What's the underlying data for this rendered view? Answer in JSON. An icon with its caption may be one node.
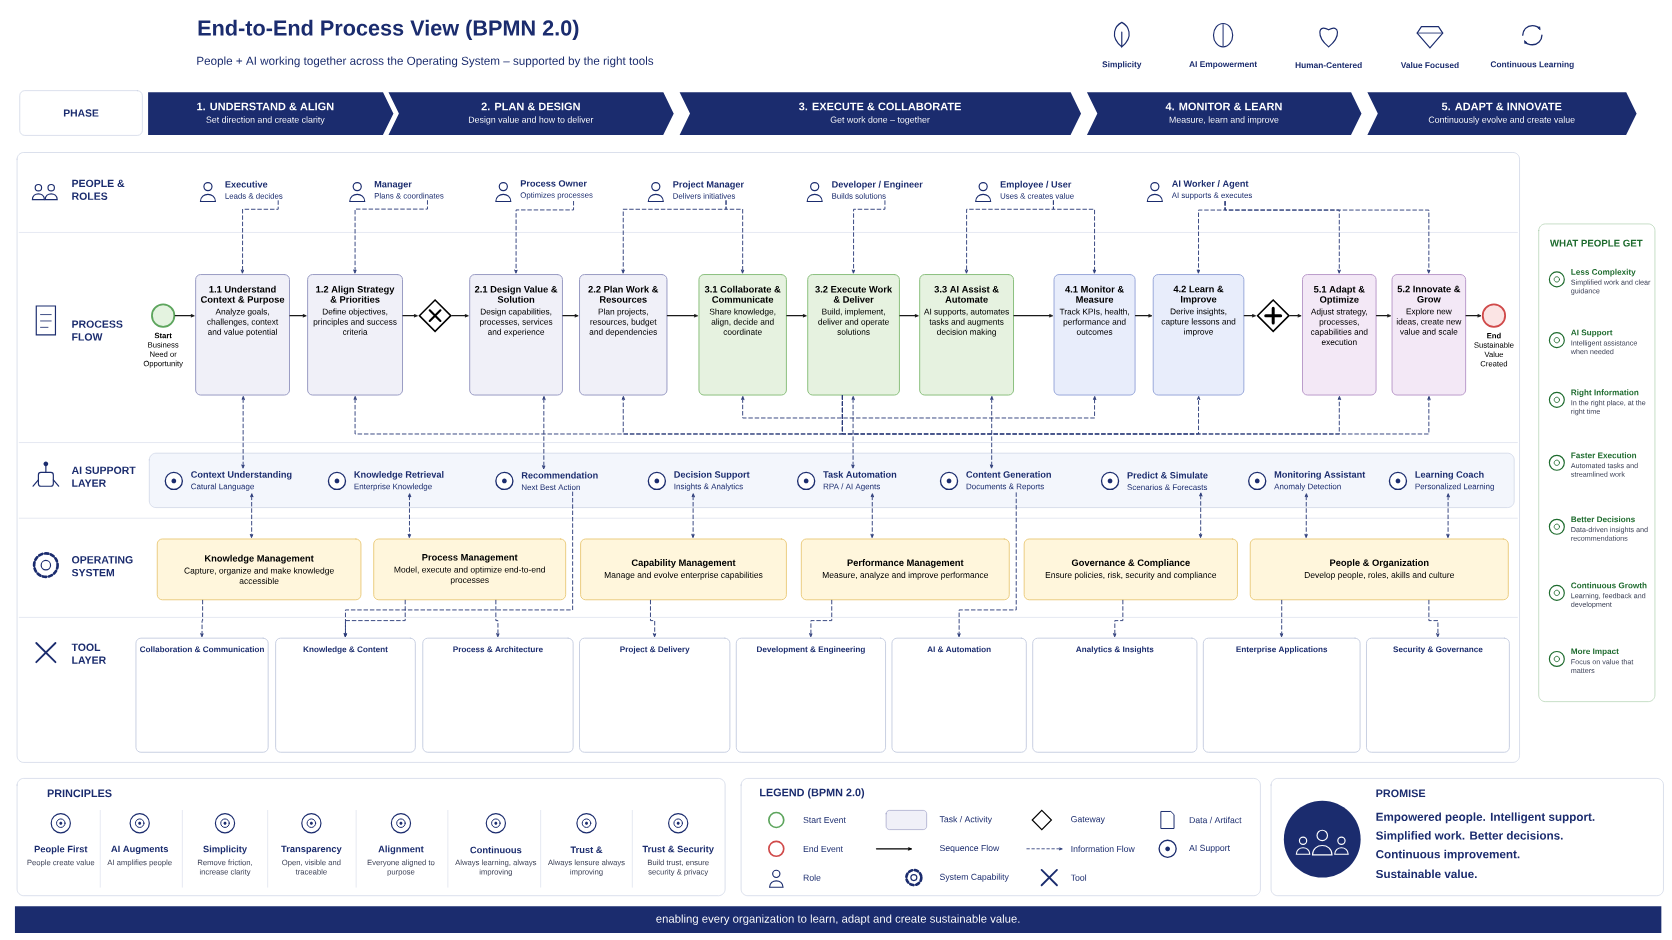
{
  "diagram": {
    "title": "End-to-End Process View (BPMN 2.0)",
    "nodes": [
      {
        "text": [
          "PHASE"
        ]
      },
      {
        "text": [
          "1. UNDERSTAND & ALIGN",
          "Set direction and create clarity"
        ]
      },
      {
        "text": [
          "2. PLAN & DESIGN",
          "Design value and how to deliver"
        ]
      },
      {
        "text": [
          "3. EXECUTE & COLLABORATE",
          "Get work done – together"
        ]
      },
      {
        "text": [
          "4. MONITOR & LEARN",
          "Measure, learn and improve"
        ]
      },
      {
        "text": [
          "5. ADAPT & INNOVATE",
          "Continuously evolve and create value"
        ]
      },
      {
        "text": [
          "Executive",
          "Leads & decides"
        ]
      },
      {
        "text": [
          "Manager",
          "Plans & coordinates"
        ]
      },
      {
        "text": [
          "Process Owner",
          "Optimizes processes"
        ]
      },
      {
        "text": [
          "Project Manager",
          "Delivers initiatives"
        ]
      },
      {
        "text": [
          "Developer / Engineer",
          "Builds solutions"
        ]
      },
      {
        "text": [
          "Employee / User",
          "Uses & creates value"
        ]
      },
      {
        "text": [
          "AI Worker / Agent",
          "AI supports & executes"
        ]
      },
      {
        "text": [],
        "shape": "circle",
        "beside": [
          "Start",
          "Business Need or Opportunity"
        ]
      },
      {
        "text": [
          "1.1 Understand Context & Purpose",
          "Analyze goals, challenges, context and value potential"
        ]
      },
      {
        "text": [
          "1.2 Align Strategy & Priorities",
          "Define objectives, principles and success criteria"
        ]
      },
      {
        "text": [],
        "shape": "diamond"
      },
      {
        "text": [
          "2.1 Design Value & Solution",
          "Design capabilities, processes, services and experience"
        ]
      },
      {
        "text": [
          "2.2 Plan Work & Resources",
          "Plan projects, resources, budget and dependencies"
        ]
      },
      {
        "text": [
          "3.1 Collaborate & Communicate",
          "Share knowledge, align, decide and coordinate"
        ]
      },
      {
        "text": [
          "3.2 Execute Work & Deliver",
          "Build, implement, deliver and operate solutions"
        ]
      },
      {
        "text": [
          "3.3 AI Assist & Automate",
          "AI supports, automates tasks and augments decision making"
        ]
      },
      {
        "text": [
          "4.1 Monitor & Measure",
          "Track KPIs, health, performance and outcomes"
        ]
      },
      {
        "text": [
          "4.2 Learn & Improve",
          "Derive insights, capture lessons and improve"
        ]
      },
      {
        "text": [],
        "shape": "diamond"
      },
      {
        "text": [
          "5.1 Adapt & Optimize",
          "Adjust strategy, processes, capabilities and execution"
        ]
      },
      {
        "text": [
          "5.2 Innovate & Grow",
          "Explore new ideas, create new value and scale"
        ]
      },
      {
        "text": [],
        "shape": "circle",
        "beside": [
          "End",
          "Sustainable Value Created"
        ]
      },
      {
        "text": [
          "Context Understanding",
          "Catural Language"
        ]
      },
      {
        "text": [
          "Knowledge Retrieval",
          "Enterprise Knowledge"
        ]
      },
      {
        "text": [
          "Recommendation",
          "Next Best Action"
        ]
      },
      {
        "text": [
          "Decision Support",
          "Insights & Analytics"
        ]
      },
      {
        "text": [
          "Task Automation",
          "RPA / AI Agents"
        ]
      },
      {
        "text": [
          "Content Generation",
          "Documents & Reports"
        ]
      },
      {
        "text": [
          "Predict & Simulate",
          "Scenarios & Forecasts"
        ]
      },
      {
        "text": [
          "Monitoring Assistant",
          "Anomaly Detection"
        ]
      },
      {
        "text": [
          "Learning Coach",
          "Personalized Learning"
        ]
      },
      {
        "text": [
          "Knowledge Management",
          "Capture, organize and make knowledge accessible"
        ]
      },
      {
        "text": [
          "Process Management",
          "Model, execute and optimize end-to-end processes"
        ]
      },
      {
        "text": [
          "Capability Management",
          "Manage and evolve enterprise capabilities"
        ]
      },
      {
        "text": [
          "Performance Management",
          "Measure, analyze and improve performance"
        ]
      },
      {
        "text": [
          "Governance & Compliance",
          "Ensure policies, risk, security and compliance"
        ]
      },
      {
        "text": [
          "People & Organization",
          "Develop people, roles, akills and culture"
        ]
      },
      {
        "text": [
          "Collaboration & Communication"
        ]
      },
      {
        "text": [
          "Knowledge & Content"
        ]
      },
      {
        "text": [
          "Process & Architecture"
        ]
      },
      {
        "text": [
          "Project & Delivery"
        ]
      },
      {
        "text": [
          "Development & Engineering"
        ]
      },
      {
        "text": [
          "AI & Automation"
        ]
      },
      {
        "text": [
          "Analytics & Insights"
        ]
      },
      {
        "text": [
          "Enterprise Applications"
        ]
      },
      {
        "text": [
          "Security & Governance"
        ]
      }
    ],
    "edges": [
      {
        "from": 6,
        "to": 14,
        "arrow": "to",
        "style": "dashed"
      },
      {
        "from": 7,
        "to": 15,
        "arrow": "to",
        "style": "dashed"
      },
      {
        "from": 8,
        "to": 17,
        "arrow": "to",
        "style": "dashed"
      },
      {
        "from": 9,
        "to": 18,
        "arrow": "to",
        "style": "dashed"
      },
      {
        "from": 9,
        "to": 19,
        "arrow": "to",
        "style": "dashed"
      },
      {
        "from": 10,
        "to": 20,
        "arrow": "to",
        "style": "dashed"
      },
      {
        "from": 11,
        "to": 21,
        "arrow": "to",
        "style": "dashed"
      },
      {
        "from": 11,
        "to": 22,
        "arrow": "to",
        "style": "dashed"
      },
      {
        "from": 12,
        "to": 23,
        "arrow": "to",
        "style": "dashed"
      },
      {
        "from": 12,
        "to": 25,
        "arrow": "to",
        "style": "dashed"
      },
      {
        "from": 12,
        "to": 26,
        "arrow": "to",
        "style": "dashed"
      },
      {
        "from": 13,
        "to": 14,
        "arrow": "to",
        "color": "#1a1a1a"
      },
      {
        "from": 14,
        "to": 15,
        "arrow": "to",
        "color": "#1a1a1a"
      },
      {
        "from": 15,
        "to": 16,
        "arrow": "to",
        "color": "#1a1a1a"
      },
      {
        "from": 16,
        "to": 17,
        "arrow": "to",
        "color": "#1a1a1a"
      },
      {
        "from": 17,
        "to": 18,
        "arrow": "to",
        "color": "#1a1a1a"
      },
      {
        "from": 18,
        "to": 19,
        "arrow": "to",
        "color": "#1a1a1a"
      },
      {
        "from": 19,
        "to": 20,
        "arrow": "to",
        "color": "#1a1a1a"
      },
      {
        "from": 20,
        "to": 21,
        "arrow": "to",
        "color": "#1a1a1a"
      },
      {
        "from": 21,
        "to": 22,
        "arrow": "to",
        "color": "#1a1a1a"
      },
      {
        "from": 22,
        "to": 23,
        "arrow": "to",
        "color": "#1a1a1a"
      },
      {
        "from": 23,
        "to": 24,
        "arrow": "to",
        "color": "#1a1a1a"
      },
      {
        "from": 24,
        "to": 25,
        "arrow": "to",
        "color": "#1a1a1a"
      },
      {
        "from": 25,
        "to": 26,
        "arrow": "to",
        "color": "#1a1a1a"
      },
      {
        "from": 26,
        "to": 27,
        "arrow": "to",
        "color": "#1a1a1a"
      },
      {
        "from": 14,
        "to": 28,
        "arrow": "both",
        "style": "dashed"
      },
      {
        "from": 17,
        "to": 30,
        "arrow": "both",
        "style": "dashed"
      },
      {
        "from": 20,
        "to": 32,
        "arrow": "both",
        "style": "dashed"
      },
      {
        "from": 21,
        "to": 33,
        "arrow": "both",
        "style": "dashed"
      },
      {
        "from": 20,
        "to": 15,
        "arrow": "to",
        "style": "dashed"
      },
      {
        "from": 20,
        "to": 18,
        "arrow": "to",
        "style": "dashed"
      },
      {
        "from": 20,
        "to": 23,
        "arrow": "to",
        "style": "dashed"
      },
      {
        "from": 20,
        "to": 25,
        "arrow": "to",
        "style": "dashed"
      },
      {
        "from": 19,
        "to": 22,
        "arrow": "both",
        "style": "dashed"
      },
      {
        "from": 28,
        "to": 37,
        "arrow": "both",
        "style": "dashed"
      },
      {
        "from": 29,
        "to": 38,
        "arrow": "both",
        "style": "dashed"
      },
      {
        "from": 31,
        "to": 39,
        "arrow": "both",
        "style": "dashed"
      },
      {
        "from": 32,
        "to": 40,
        "arrow": "both",
        "style": "dashed"
      },
      {
        "from": 34,
        "to": 41,
        "arrow": "both",
        "style": "dashed"
      },
      {
        "from": 35,
        "to": 42,
        "arrow": "both",
        "style": "dashed"
      },
      {
        "from": 36,
        "to": 42,
        "arrow": "both",
        "style": "dashed"
      },
      {
        "from": 30,
        "to": 44,
        "arrow": "to",
        "style": "dashed"
      },
      {
        "from": 33,
        "to": 48,
        "arrow": "to",
        "style": "dashed"
      },
      {
        "from": 37,
        "to": 43,
        "arrow": "to",
        "style": "dashed"
      },
      {
        "from": 38,
        "to": 44,
        "arrow": "to",
        "style": "dashed"
      },
      {
        "from": 38,
        "to": 45,
        "arrow": "to",
        "style": "dashed"
      },
      {
        "from": 39,
        "to": 46,
        "arrow": "to",
        "style": "dashed"
      },
      {
        "from": 40,
        "to": 47,
        "arrow": "to",
        "style": "dashed"
      },
      {
        "from": 41,
        "to": 49,
        "arrow": "to",
        "style": "dashed"
      },
      {
        "from": 42,
        "to": 50,
        "arrow": "to",
        "style": "dashed"
      },
      {
        "from": 42,
        "to": 51,
        "arrow": "to",
        "style": "dashed"
      },
      {
        "from": 20,
        "to": 26,
        "arrow": "to",
        "style": "dashed"
      }
    ],
    "labels": [
      "People + AI working together across the Operating System – supported by the right tools",
      "Simplicity",
      "AI Empowerment",
      "Human-Centered",
      "Value Focused",
      "Continuous Learning",
      "PEOPLE & ROLES",
      "PROCESS FLOW",
      "AI SUPPORT LAYER",
      "OPERATING SYSTEM",
      "TOOL LAYER",
      "WHAT PEOPLE GET",
      "Less Complexity",
      "Simplified work and clear guidance",
      "AI Support",
      "Intelligent assistance when needed",
      "Right Information",
      "In the right place, at the right time",
      "Faster Execution",
      "Automated tasks and streamlined work",
      "Better Decisions",
      "Data-driven insights and recommendations",
      "Continuous Growth",
      "Learning, feedback and development",
      "More Impact",
      "Focus on value that matters",
      "PRINCIPLES",
      "People First",
      "People create value",
      "AI Augments",
      "AI amplifies people",
      "Simplicity",
      "Remove friction, increase clarity",
      "Transparency",
      "Open, visible and traceable",
      "Alignment",
      "Everyone aligned to purpose",
      "Continuous",
      "Always learning, always improving",
      "Trust &",
      "Always lensure always improving",
      "Trust & Security",
      "Build trust, ensure security & privacy",
      "LEGEND (BPMN 2.0)",
      "PROMISE",
      "Empowered people. Intelligent support.",
      "Simplified work. Better decisions.",
      "Continuous improvement.",
      "Sustainable value.",
      "enabling every organization to learn, adapt and create sustainable value."
    ],
    "legend": [
      {
        "text": "Start Event"
      },
      {
        "text": "Task / Activity"
      },
      {
        "text": "Gateway"
      },
      {
        "text": "Data / Artifact"
      },
      {
        "text": "End Event"
      },
      {
        "text": "Sequence Flow"
      },
      {
        "text": "Information Flow"
      },
      {
        "text": "AI Support"
      },
      {
        "text": "Role"
      },
      {
        "text": "System Capability"
      },
      {
        "text": "Tool"
      }
    ]
  }
}
